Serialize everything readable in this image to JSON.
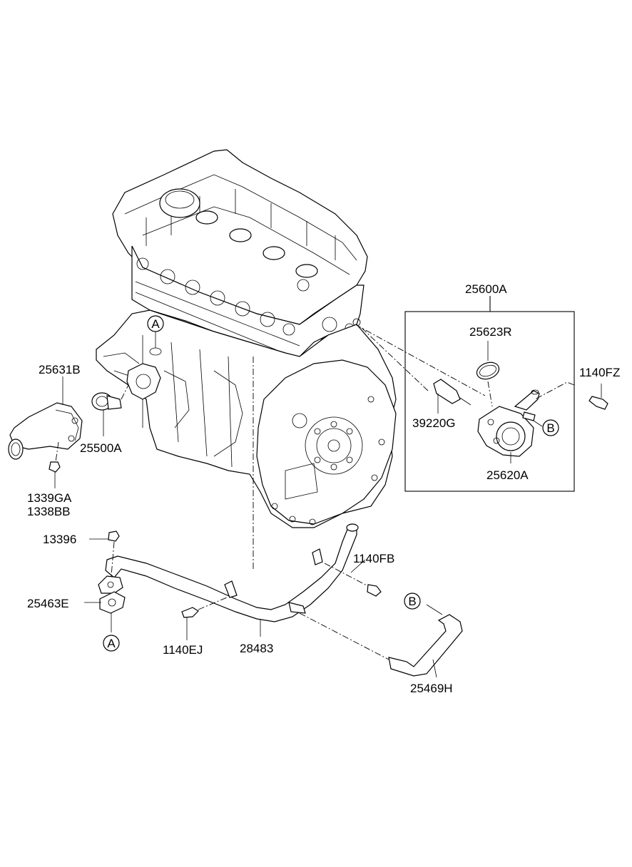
{
  "labels": {
    "p25600A": "25600A",
    "p25623R": "25623R",
    "p1140FZ": "1140FZ",
    "p39220G": "39220G",
    "p25620A": "25620A",
    "p25631B": "25631B",
    "p25500A": "25500A",
    "p1339GA": "1339GA",
    "p1338BB": "1338BB",
    "p13396": "13396",
    "p25463E": "25463E",
    "p1140FB": "1140FB",
    "p1140EJ": "1140EJ",
    "p28483": "28483",
    "p25469H": "25469H"
  },
  "callouts": {
    "a_top": "A",
    "a_bottom": "A",
    "b_right": "B",
    "b_bottom": "B"
  }
}
